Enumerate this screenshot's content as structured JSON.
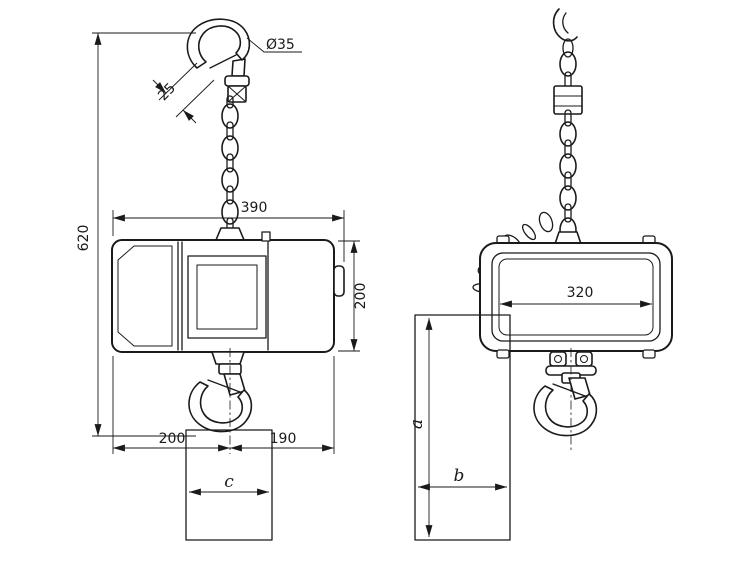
{
  "drawing": {
    "type": "technical-dimension-drawing",
    "subject": "electric chain hoist, front view and side view",
    "colors": {
      "line": "#1a1a1a",
      "background": "#ffffff"
    }
  },
  "dims": {
    "hook_diameter": "Ø35",
    "hook_opening": "25",
    "overall_height": "620",
    "overall_width": "390",
    "body_height": "200",
    "left_span": "200",
    "right_span": "190",
    "c": "c",
    "side_width": "320",
    "a": "a",
    "b": "b"
  }
}
